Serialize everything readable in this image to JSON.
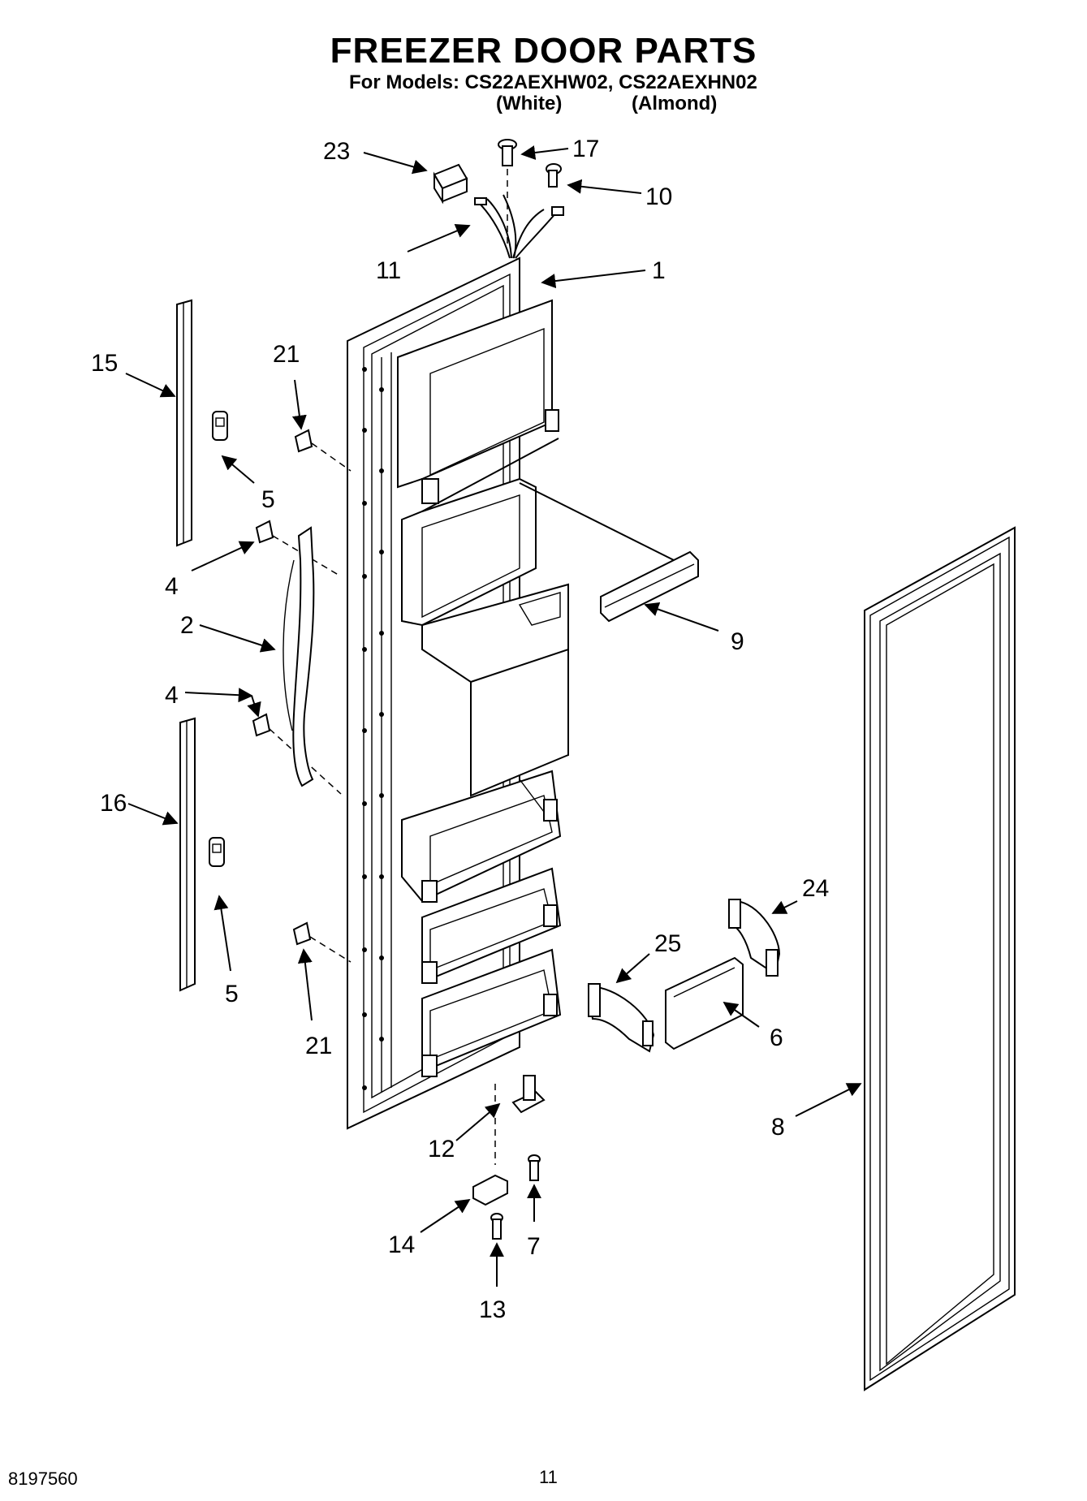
{
  "title": "FREEZER DOOR PARTS",
  "subtitle": "For Models: CS22AEXHW02, CS22AEXHN02",
  "colors": {
    "white": "(White)",
    "almond": "(Almond)"
  },
  "footer": {
    "doc_number": "8197560",
    "page_number": "11"
  },
  "callouts": {
    "c1": "1",
    "c2": "2",
    "c4a": "4",
    "c4b": "4",
    "c5a": "5",
    "c5b": "5",
    "c6": "6",
    "c7": "7",
    "c8": "8",
    "c9": "9",
    "c10": "10",
    "c11": "11",
    "c12": "12",
    "c13": "13",
    "c14": "14",
    "c15": "15",
    "c16": "16",
    "c17": "17",
    "c21a": "21",
    "c21b": "21",
    "c23": "23",
    "c24": "24",
    "c25": "25"
  }
}
